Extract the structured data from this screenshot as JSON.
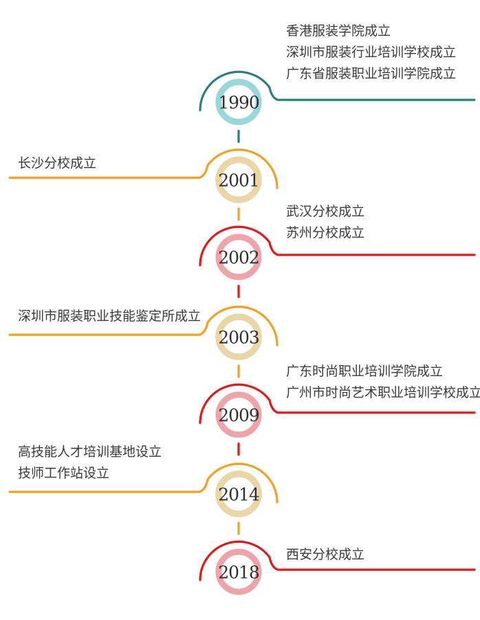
{
  "page": {
    "background_color": "#ffffff",
    "text_color": "#3a3a3a",
    "year_text_color": "#2f2f2f"
  },
  "timeline": {
    "items": [
      {
        "year": "1990",
        "side": "right",
        "theme": "teal",
        "arc_color": "#2b7f7d",
        "ring_color": "#96d8db",
        "labels": [
          "香港服装学院成立",
          "深圳市服装行业培训学校成立",
          "广东省服装职业培训学院成立"
        ]
      },
      {
        "year": "2001",
        "side": "left",
        "theme": "orange",
        "arc_color": "#f3a120",
        "ring_color": "#ecd7a2",
        "labels": [
          "长沙分校成立"
        ]
      },
      {
        "year": "2002",
        "side": "right",
        "theme": "red",
        "arc_color": "#e61717",
        "ring_color": "#f0a4a9",
        "labels": [
          "武汉分校成立",
          "苏州分校成立"
        ]
      },
      {
        "year": "2003",
        "side": "left",
        "theme": "orange",
        "arc_color": "#f3a120",
        "ring_color": "#ecd7a2",
        "labels": [
          "深圳市服装职业技能鉴定所成立"
        ]
      },
      {
        "year": "2009",
        "side": "right",
        "theme": "red",
        "arc_color": "#e61717",
        "ring_color": "#f0a4a9",
        "labels": [
          "广东时尚职业培训学院成立",
          "广州市时尚艺术职业培训学校成立"
        ]
      },
      {
        "year": "2014",
        "side": "left",
        "theme": "orange",
        "arc_color": "#f3a120",
        "ring_color": "#ecd7a2",
        "labels": [
          "高技能人才培训基地设立",
          "技师工作站设立"
        ]
      },
      {
        "year": "2018",
        "side": "right",
        "theme": "red",
        "arc_color": "#e61717",
        "ring_color": "#f0a4a9",
        "labels": [
          "西安分校成立"
        ]
      }
    ]
  }
}
